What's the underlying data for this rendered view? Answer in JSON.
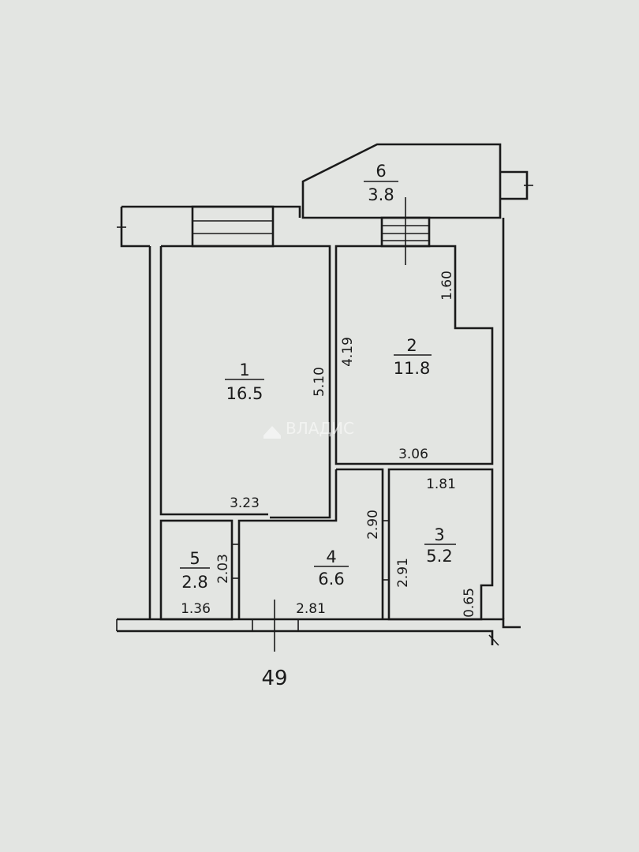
{
  "rooms": [
    {
      "id": "1",
      "area": "16.5"
    },
    {
      "id": "2",
      "area": "11.8"
    },
    {
      "id": "3",
      "area": "5.2"
    },
    {
      "id": "4",
      "area": "6.6"
    },
    {
      "id": "5",
      "area": "2.8"
    },
    {
      "id": "6",
      "area": "3.8"
    }
  ],
  "dimensions": {
    "room1_width": "3.23",
    "room1_length": "5.10",
    "room2_length": "4.19",
    "room2_width": "3.06",
    "room2_notch": "1.60",
    "room3_width": "1.81",
    "room3_length": "2.91",
    "room3_step": "0.65",
    "room4_width": "2.81",
    "room4_length": "2.90",
    "room5_width": "1.36",
    "room5_length": "2.03"
  },
  "axis_label": "49",
  "watermark": "ВЛАДИС"
}
